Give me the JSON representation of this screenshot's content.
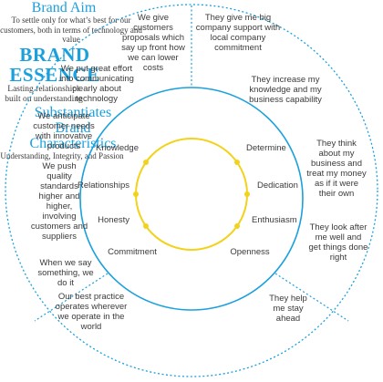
{
  "colors": {
    "ring_blue": "#1aa0dd",
    "core_yellow": "#f2d21a",
    "text_gray": "#3a3a3a",
    "background": "#ffffff"
  },
  "brand_essence": {
    "title_line1": "BRAND",
    "title_line2": "ESSENCE",
    "subtitle": "Lasting relationships built on understanding"
  },
  "brand_aim": {
    "title": "Brand Aim",
    "text": "To settle only for what’s best for our customers, both in terms of technology and value"
  },
  "substantiates": "Substantiates",
  "brand_characteristics": {
    "title_line1": "Brand",
    "title_line2": "Characteristics",
    "text": "Understanding, Integrity, and Passion"
  },
  "values": [
    "Knowledge",
    "Determine",
    "Relationships",
    "Dedication",
    "Honesty",
    "Enthusiasm",
    "Commitment",
    "Openness"
  ],
  "we_statements": [
    "We give customers proposals which say up front how we can lower costs",
    "We put great effort into communicating clearly about technology",
    "We anticipate customer needs with innovative products",
    "We push quality standards higher and higher, involving customers and suppliers",
    "When we say something, we do it",
    "Our best practice operates wherever we operate in the world"
  ],
  "they_statements": [
    "They give me big company support with local company commitment",
    "They increase my knowledge and my business capability",
    "They think about my business and treat my money as if it were their own",
    "They look after me well and get things done right",
    "They help me stay ahead"
  ]
}
